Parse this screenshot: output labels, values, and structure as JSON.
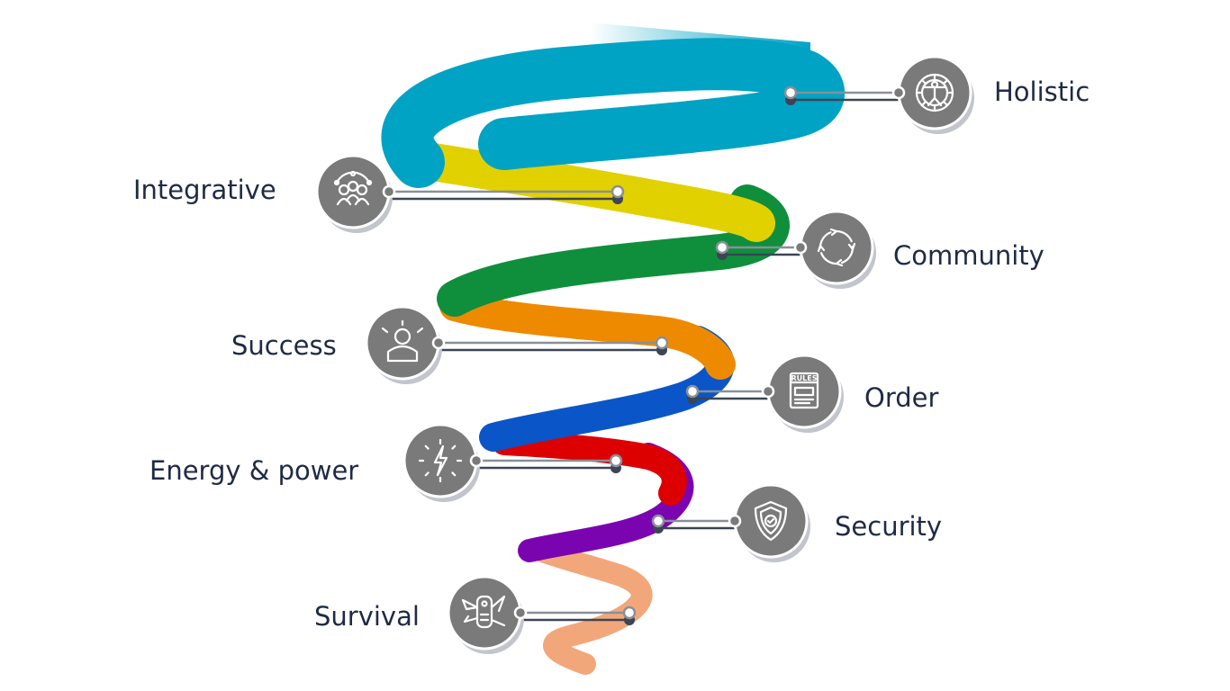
{
  "levels": [
    {
      "id": "holistic",
      "label": "Holistic",
      "color": "#00a3c4",
      "icon": "vitruvian-man-icon",
      "side": "right"
    },
    {
      "id": "integrative",
      "label": "Integrative",
      "color": "#e2d100",
      "icon": "team-icon",
      "side": "left"
    },
    {
      "id": "community",
      "label": "Community",
      "color": "#0f8f3c",
      "icon": "cycle-arrows-icon",
      "side": "right"
    },
    {
      "id": "success",
      "label": "Success",
      "color": "#ee8a00",
      "icon": "person-icon",
      "side": "left"
    },
    {
      "id": "order",
      "label": "Order",
      "color": "#0a55c8",
      "icon": "rules-book-icon",
      "side": "right",
      "icon_text": "RULES"
    },
    {
      "id": "energy",
      "label": "Energy & power",
      "color": "#dd0000",
      "icon": "lightning-icon",
      "side": "left"
    },
    {
      "id": "security",
      "label": "Security",
      "color": "#7a05b0",
      "icon": "shield-check-icon",
      "side": "right"
    },
    {
      "id": "survival",
      "label": "Survival",
      "color": "#f2a77a",
      "icon": "multitool-icon",
      "side": "left"
    }
  ],
  "colors": {
    "icon_circle": "#7a7a7a",
    "icon_shadow": "#c2c5cc",
    "connector": "#8a8f98",
    "text": "#1f2a44"
  }
}
